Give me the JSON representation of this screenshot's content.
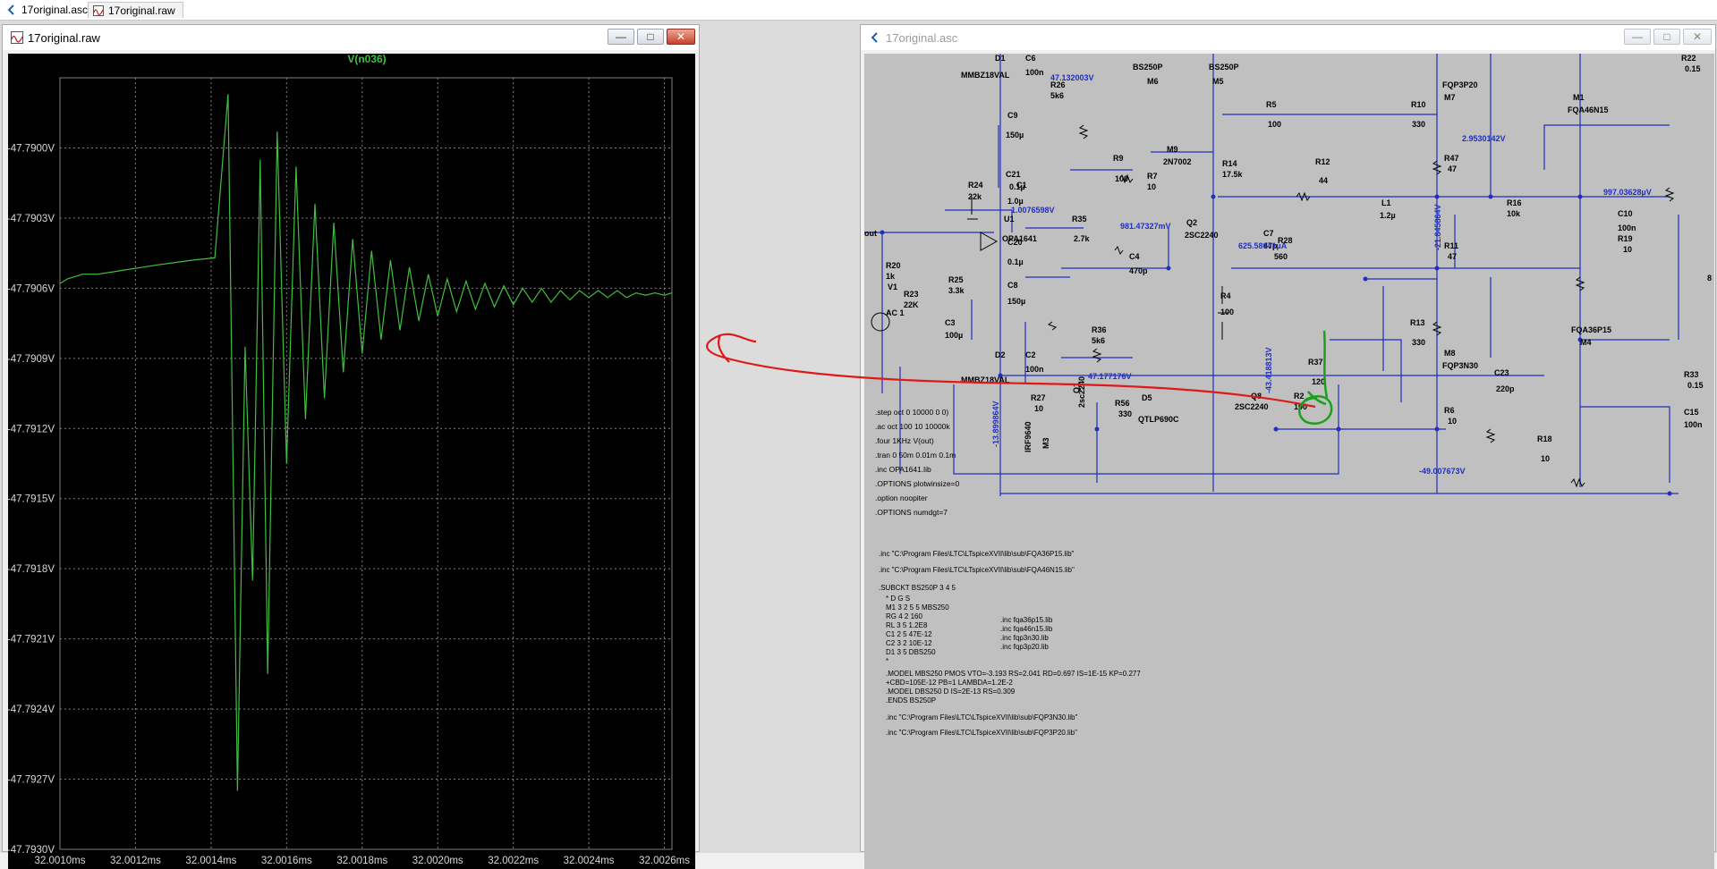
{
  "tabs": [
    {
      "label": "17original.asc",
      "icon": "ltspice-schematic-icon"
    },
    {
      "label": "17original.raw",
      "icon": "waveform-icon"
    }
  ],
  "plot_window": {
    "title": "17original.raw",
    "trace_label": "V(n036)",
    "trace_color": "#3fbf3f",
    "background": "#000000",
    "grid_color": "#7f7f7f"
  },
  "schematic_window": {
    "title": "17original.asc",
    "background": "#c0c0c0",
    "wire_color": "#1f2fbf",
    "op_labels": [
      {
        "id": "op1",
        "text": "47.132003V"
      },
      {
        "id": "op2",
        "text": "1.0076598V"
      },
      {
        "id": "op3",
        "text": "981.47327mV"
      },
      {
        "id": "op4",
        "text": "625.58641µA"
      },
      {
        "id": "op5",
        "text": "2.9530142V"
      },
      {
        "id": "op6",
        "text": "997.03628µV"
      },
      {
        "id": "op7",
        "text": "47.177176V"
      },
      {
        "id": "op8",
        "text": "-49.007673V"
      },
      {
        "id": "op9",
        "text": "-13.899864V"
      },
      {
        "id": "op10",
        "text": "-43.418813V"
      },
      {
        "id": "op11",
        "text": "-21.845864V"
      }
    ],
    "components": [
      {
        "id": "D1",
        "text": "D1"
      },
      {
        "id": "MMBZ18VAL",
        "text": "MMBZ18VAL"
      },
      {
        "id": "C6",
        "text": "C6"
      },
      {
        "id": "C6v",
        "text": "100n"
      },
      {
        "id": "R26",
        "text": "R26"
      },
      {
        "id": "R26v",
        "text": "5k6"
      },
      {
        "id": "C9",
        "text": "C9"
      },
      {
        "id": "C9v",
        "text": "150µ"
      },
      {
        "id": "BS250Pa",
        "text": "BS250P"
      },
      {
        "id": "M6",
        "text": "M6"
      },
      {
        "id": "BS250Pb",
        "text": "BS250P"
      },
      {
        "id": "M5",
        "text": "M5"
      },
      {
        "id": "FQP3P20",
        "text": "FQP3P20"
      },
      {
        "id": "M7",
        "text": "M7"
      },
      {
        "id": "R22",
        "text": "R22"
      },
      {
        "id": "R22v",
        "text": "0.15"
      },
      {
        "id": "M1",
        "text": "M1"
      },
      {
        "id": "FQA46N15",
        "text": "FQA46N15"
      },
      {
        "id": "R5",
        "text": "R5"
      },
      {
        "id": "R5v",
        "text": "100"
      },
      {
        "id": "R10",
        "text": "R10"
      },
      {
        "id": "R10v",
        "text": "330"
      },
      {
        "id": "C21",
        "text": "C21"
      },
      {
        "id": "C21v",
        "text": "0.1µ"
      },
      {
        "id": "R9",
        "text": "R9"
      },
      {
        "id": "R9v",
        "text": "100"
      },
      {
        "id": "M9",
        "text": "M9"
      },
      {
        "id": "2N7002",
        "text": "2N7002"
      },
      {
        "id": "R14",
        "text": "R14"
      },
      {
        "id": "R14v",
        "text": "17.5k"
      },
      {
        "id": "R12",
        "text": "R12"
      },
      {
        "id": "R12v",
        "text": "44"
      },
      {
        "id": "R47",
        "text": "R47"
      },
      {
        "id": "R47v",
        "text": "47"
      },
      {
        "id": "R24",
        "text": "R24"
      },
      {
        "id": "R24v",
        "text": "22k"
      },
      {
        "id": "C1",
        "text": "C1"
      },
      {
        "id": "C1v",
        "text": "1.0µ"
      },
      {
        "id": "R7",
        "text": "R7"
      },
      {
        "id": "R7v",
        "text": "10"
      },
      {
        "id": "L1",
        "text": "L1"
      },
      {
        "id": "L1v",
        "text": "1.2µ"
      },
      {
        "id": "R16",
        "text": "R16"
      },
      {
        "id": "R16v",
        "text": "10k"
      },
      {
        "id": "C10",
        "text": "C10"
      },
      {
        "id": "C10v",
        "text": "100n"
      },
      {
        "id": "R19",
        "text": "R19"
      },
      {
        "id": "R19v",
        "text": "10"
      },
      {
        "id": "U1",
        "text": "U1"
      },
      {
        "id": "OPA1641",
        "text": "OPA1641"
      },
      {
        "id": "R35",
        "text": "R35"
      },
      {
        "id": "R35v",
        "text": "2.7k"
      },
      {
        "id": "Q2",
        "text": "Q2"
      },
      {
        "id": "2SC2240a",
        "text": "2SC2240"
      },
      {
        "id": "C7",
        "text": "C7"
      },
      {
        "id": "C7v",
        "text": "47p"
      },
      {
        "id": "R28",
        "text": "R28"
      },
      {
        "id": "R28v",
        "text": "560"
      },
      {
        "id": "R11",
        "text": "R11"
      },
      {
        "id": "R11v",
        "text": "47"
      },
      {
        "id": "out",
        "text": "out"
      },
      {
        "id": "R20",
        "text": "R20"
      },
      {
        "id": "R20v",
        "text": "1k"
      },
      {
        "id": "V1",
        "text": "V1"
      },
      {
        "id": "AC1",
        "text": "AC 1"
      },
      {
        "id": "R23",
        "text": "R23"
      },
      {
        "id": "R23v",
        "text": "22K"
      },
      {
        "id": "R25",
        "text": "R25"
      },
      {
        "id": "R25v",
        "text": "3.3k"
      },
      {
        "id": "C20",
        "text": "C20"
      },
      {
        "id": "C20v",
        "text": "0.1µ"
      },
      {
        "id": "C4",
        "text": "C4"
      },
      {
        "id": "C4v",
        "text": "470p"
      },
      {
        "id": "C8",
        "text": "C8"
      },
      {
        "id": "C8v",
        "text": "150µ"
      },
      {
        "id": "C3",
        "text": "C3"
      },
      {
        "id": "C3v",
        "text": "100µ"
      },
      {
        "id": "R4",
        "text": "R4"
      },
      {
        "id": "R4v",
        "text": "100"
      },
      {
        "id": "R13",
        "text": "R13"
      },
      {
        "id": "R13v",
        "text": "330"
      },
      {
        "id": "FQA36P15",
        "text": "FQA36P15"
      },
      {
        "id": "M4",
        "text": "M4"
      },
      {
        "id": "R36",
        "text": "R36"
      },
      {
        "id": "R36v",
        "text": "5k6"
      },
      {
        "id": "D2",
        "text": "D2"
      },
      {
        "id": "C2",
        "text": "C2"
      },
      {
        "id": "C2v",
        "text": "100n"
      },
      {
        "id": "MMBZ18VAL2",
        "text": "MMBZ18VAL"
      },
      {
        "id": "Q1",
        "text": "Q1"
      },
      {
        "id": "2sc2240",
        "text": "2sc2240"
      },
      {
        "id": "D5",
        "text": "D5"
      },
      {
        "id": "QTLP690C",
        "text": "QTLP690C"
      },
      {
        "id": "R37",
        "text": "R37"
      },
      {
        "id": "R37v",
        "text": "120"
      },
      {
        "id": "M8",
        "text": "M8"
      },
      {
        "id": "FQP3N30",
        "text": "FQP3N30"
      },
      {
        "id": "C23",
        "text": "C23"
      },
      {
        "id": "C23v",
        "text": "220p"
      },
      {
        "id": "R33",
        "text": "R33"
      },
      {
        "id": "R33v",
        "text": "0.15"
      },
      {
        "id": "C15",
        "text": "C15"
      },
      {
        "id": "C15v",
        "text": "100n"
      },
      {
        "id": "R27",
        "text": "R27"
      },
      {
        "id": "R27v",
        "text": "10"
      },
      {
        "id": "R56",
        "text": "R56"
      },
      {
        "id": "R56v",
        "text": "330"
      },
      {
        "id": "Q8",
        "text": "Q8"
      },
      {
        "id": "2SC2240b",
        "text": "2SC2240"
      },
      {
        "id": "R2",
        "text": "R2"
      },
      {
        "id": "R2v",
        "text": "100"
      },
      {
        "id": "R6",
        "text": "R6"
      },
      {
        "id": "R6v",
        "text": "10"
      },
      {
        "id": "R18",
        "text": "R18"
      },
      {
        "id": "R18v",
        "text": "10"
      },
      {
        "id": "IRF9640",
        "text": "IRF9640"
      },
      {
        "id": "M3",
        "text": "M3"
      },
      {
        "id": "R8v",
        "text": "8"
      }
    ],
    "spice_directives": [
      ".step oct 0 10000 0 0)",
      ".ac oct 100 10 10000k",
      ".four 1KHz V(out)",
      ".tran 0 50m 0.01m 0.1m",
      ".inc OPA1641.lib",
      ".OPTIONS plotwinsize=0",
      ".option noopiter",
      ".OPTIONS numdgt=7"
    ],
    "netlist_lines": [
      ".inc \"C:\\Program Files\\LTC\\LTspiceXVII\\lib\\sub\\FQA36P15.lib\"",
      ".inc \"C:\\Program Files\\LTC\\LTspiceXVII\\lib\\sub\\FQA46N15.lib\"",
      ".SUBCKT BS250P 3 4 5",
      "*              D G S",
      "M1 3 2 5 5 MBS250",
      "RG 4 2 160",
      "RL 3 5 1.2E8",
      "C1 2 5 47E-12",
      "C2 3 2 10E-12",
      "D1 3 5 DBS250",
      "*",
      ".MODEL MBS250 PMOS VTO=-3.193 RS=2.041 RD=0.697 IS=1E-15 KP=0.277",
      "+CBD=105E-12 PB=1 LAMBDA=1.2E-2",
      ".MODEL DBS250 D IS=2E-13 RS=0.309",
      ".ENDS BS250P",
      ".inc \"C:\\Program Files\\LTC\\LTspiceXVII\\lib\\sub\\FQP3N30.lib\"",
      ".inc \"C:\\Program Files\\LTC\\LTspiceXVII\\lib\\sub\\FQP3P20.lib\""
    ],
    "inc_lines": [
      ".inc fqa36p15.lib",
      ".inc fqa46n15.lib",
      ".inc fqp3n30.lib",
      ".inc fqp3p20.lib"
    ],
    "annotations": {
      "arrow_color": "#e01818",
      "circle_color": "#1aa01a"
    }
  },
  "chart_data": {
    "type": "line",
    "title": "V(n036)",
    "xlabel": "",
    "ylabel": "",
    "xlim": [
      32.001,
      32.00262
    ],
    "ylim": [
      -47.793,
      -47.7897
    ],
    "x_ticks": [
      "32.0010ms",
      "32.0012ms",
      "32.0014ms",
      "32.0016ms",
      "32.0018ms",
      "32.0020ms",
      "32.0022ms",
      "32.0024ms",
      "32.0026ms"
    ],
    "x_tick_values": [
      32.001,
      32.0012,
      32.0014,
      32.0016,
      32.0018,
      32.002,
      32.0022,
      32.0024,
      32.0026
    ],
    "y_ticks": [
      "-47.7900V",
      "-47.7903V",
      "-47.7906V",
      "-47.7909V",
      "-47.7912V",
      "-47.7915V",
      "-47.7918V",
      "-47.7921V",
      "-47.7924V",
      "-47.7927V",
      "-47.7930V"
    ],
    "y_tick_values": [
      -47.79,
      -47.7903,
      -47.7906,
      -47.7909,
      -47.7912,
      -47.7915,
      -47.7918,
      -47.7921,
      -47.7924,
      -47.7927,
      -47.793
    ],
    "grid": true,
    "series": [
      {
        "name": "V(n036)",
        "color": "#3fbf3f",
        "x": [
          32.001,
          32.00102,
          32.00106,
          32.0011,
          32.00114,
          32.00118,
          32.00122,
          32.00126,
          32.001305,
          32.00135,
          32.00141,
          32.001445,
          32.00147,
          32.00149,
          32.00151,
          32.00153,
          32.00155,
          32.001575,
          32.0016,
          32.001625,
          32.00165,
          32.001675,
          32.0017,
          32.001725,
          32.00175,
          32.001775,
          32.0018,
          32.001825,
          32.00185,
          32.001875,
          32.0019,
          32.001925,
          32.00195,
          32.001975,
          32.002,
          32.002025,
          32.00205,
          32.002075,
          32.0021,
          32.002125,
          32.00215,
          32.002175,
          32.0022,
          32.002225,
          32.00225,
          32.002275,
          32.0023,
          32.002325,
          32.00235,
          32.002375,
          32.0024,
          32.002425,
          32.00245,
          32.002475,
          32.0025,
          32.002525,
          32.00255,
          32.002575,
          32.0026,
          32.00262
        ],
        "y": [
          -47.79058,
          -47.79056,
          -47.79054,
          -47.79054,
          -47.79053,
          -47.79052,
          -47.79051,
          -47.7905,
          -47.79049,
          -47.79048,
          -47.79047,
          -47.78977,
          -47.79275,
          -47.79085,
          -47.79185,
          -47.79005,
          -47.79225,
          -47.78993,
          -47.79135,
          -47.79008,
          -47.79116,
          -47.79024,
          -47.79107,
          -47.79032,
          -47.79096,
          -47.79039,
          -47.79088,
          -47.79044,
          -47.79082,
          -47.79048,
          -47.79078,
          -47.79051,
          -47.79074,
          -47.79054,
          -47.79072,
          -47.79056,
          -47.7907,
          -47.79057,
          -47.79069,
          -47.79058,
          -47.79068,
          -47.79059,
          -47.79067,
          -47.7906,
          -47.79066,
          -47.7906,
          -47.79066,
          -47.79061,
          -47.79065,
          -47.79061,
          -47.79064,
          -47.79061,
          -47.79064,
          -47.79061,
          -47.79064,
          -47.79062,
          -47.79063,
          -47.79062,
          -47.79063,
          -47.79062
        ]
      }
    ]
  }
}
